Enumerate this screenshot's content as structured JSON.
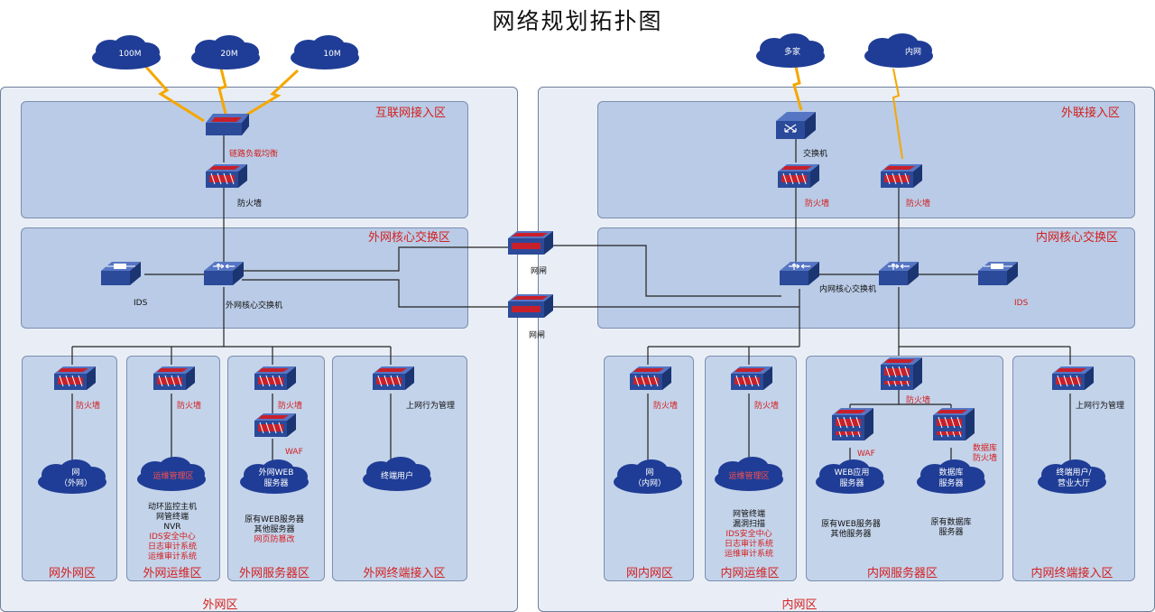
{
  "title": "网络规划拓扑图",
  "zones": {
    "outer": "外网区",
    "inner": "内网区"
  },
  "clouds": {
    "c100m": "100M",
    "c20m": "20M",
    "c10m": "10M",
    "multi": "多家",
    "intranet": "内网",
    "ext_net": "网\n（外网）",
    "ext_ops": "运维管理区",
    "ext_web": "外网WEB\n服务器",
    "ext_user": "终端用户",
    "int_net": "网\n（内网）",
    "int_ops": "运维管理区",
    "int_web": "WEB应用\n服务器",
    "int_db": "数据库\n服务器",
    "int_user": "终端用户/\n营业大厅"
  },
  "left": {
    "internet_access": {
      "title": "互联网接入区",
      "load_balancer": "链路负载均衡",
      "firewall": "防火墙"
    },
    "core": {
      "title": "外网核心交换区",
      "ids": "IDS",
      "switch": "外网核心交换机"
    },
    "net_zone": {
      "title": "网外网区",
      "firewall": "防火墙"
    },
    "ops_zone": {
      "title": "外网运维区",
      "firewall": "防火墙",
      "lines": [
        "动环监控主机",
        "网管终端",
        "NVR"
      ],
      "red_lines": [
        "IDS安全中心",
        "日志审计系统",
        "运维审计系统"
      ]
    },
    "server_zone": {
      "title": "外网服务器区",
      "firewall": "防火墙",
      "waf": "WAF",
      "lines": [
        "原有WEB服务器",
        "其他服务器"
      ],
      "red_lines": [
        "网页防篡改"
      ]
    },
    "terminal_zone": {
      "title": "外网终端接入区",
      "behavior": "上网行为管理"
    }
  },
  "gateways": {
    "top": "网闸",
    "bottom": "网闸"
  },
  "right": {
    "external_access": {
      "title": "外联接入区",
      "switch": "交换机",
      "firewall1": "防火墙",
      "firewall2": "防火墙"
    },
    "core": {
      "title": "内网核心交换区",
      "switch": "内网核心交换机",
      "ids": "IDS"
    },
    "net_zone": {
      "title": "网内网区",
      "firewall": "防火墙"
    },
    "ops_zone": {
      "title": "内网运维区",
      "firewall": "防火墙",
      "lines": [
        "网管终端",
        "漏洞扫描"
      ],
      "red_lines": [
        "IDS安全中心",
        "日志审计系统",
        "运维审计系统"
      ]
    },
    "server_zone": {
      "title": "内网服务器区",
      "firewall": "防火墙",
      "waf": "WAF",
      "db_fw": "数据库\n防火墙",
      "web_lines": [
        "原有WEB服务器",
        "其他服务器"
      ],
      "db_lines": [
        "原有数据库",
        "服务器"
      ]
    },
    "terminal_zone": {
      "title": "内网终端接入区",
      "behavior": "上网行为管理"
    }
  },
  "colors": {
    "device_blue": "#2b4a9a",
    "device_red": "#c8202a",
    "cloud": "#1f3d96",
    "accent_red": "#d42020",
    "panel": "#b9cbe6",
    "zone_bg": "#e9eef6",
    "lightning": "#f5a700"
  }
}
